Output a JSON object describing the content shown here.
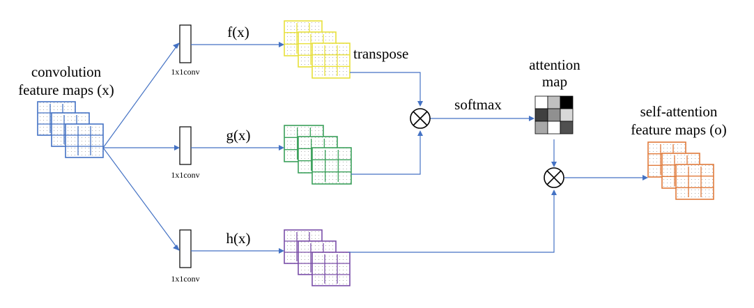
{
  "labels": {
    "input_line1": "convolution",
    "input_line2": "feature maps (x)",
    "conv_f": "1x1conv",
    "conv_g": "1x1conv",
    "conv_h": "1x1conv",
    "f": "f(x)",
    "g": "g(x)",
    "h": "h(x)",
    "transpose": "transpose",
    "softmax": "softmax",
    "attention_line1": "attention",
    "attention_line2": "map",
    "output_line1": "self-attention",
    "output_line2": "feature maps (o)"
  },
  "colors": {
    "input_maps": "#4472c4",
    "f_maps": "#e8e03a",
    "g_maps": "#3aa05a",
    "h_maps": "#7a4ea8",
    "output_maps": "#e07a3a",
    "arrows": "#4472c4"
  },
  "icons": {
    "multiply_1": "circled-times-icon",
    "multiply_2": "circled-times-icon"
  },
  "attention_map": {
    "rows": 3,
    "cols": 3,
    "cells": [
      "#ffffff",
      "#c0c0c0",
      "#000000",
      "#404040",
      "#909090",
      "#d8d8d8",
      "#a8a8a8",
      "#ffffff",
      "#505050"
    ]
  }
}
